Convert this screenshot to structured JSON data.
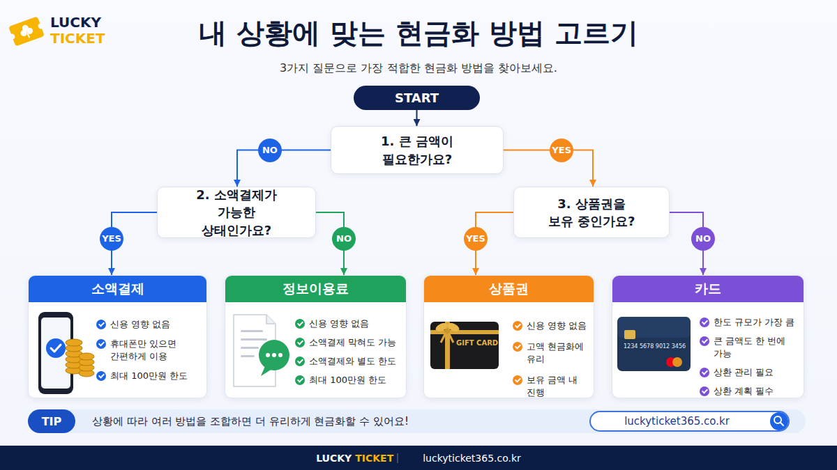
{
  "diagram": {
    "title": "내 상황에 맞는 현금화 방법 고르기",
    "caption": "3가지 질문으로 가장 적합한 현금화 방법을 찾아보세요.",
    "nodes": [
      {
        "text": [
          "START"
        ]
      },
      {
        "text": [
          "1. 큰 금액이 필요한가요?"
        ]
      },
      {
        "text": [
          "2. 소액결제가 가능한 상태인가요?"
        ]
      },
      {
        "text": [
          "3. 상품권을 보유 중인가요?"
        ]
      },
      {
        "text": [
          "소액결제",
          "신용 영향 없음",
          "휴대폰만 있으면 간편하게 이용",
          "최대 100만원 한도"
        ]
      },
      {
        "text": [
          "정보이용료",
          "신용 영향 없음",
          "소액결제 막혀도 가능",
          "소액결제와 별도 한도",
          "최대 100만원 한도"
        ]
      },
      {
        "text": [
          "상품권",
          "신용 영향 없음",
          "고액 현금화에 유리",
          "보유 금액 내 진행"
        ]
      },
      {
        "text": [
          "카드",
          "한도 규모가 가장 큼",
          "큰 금액도 한 번에 가능",
          "상환 관리 필요",
          "상환 계획 필수"
        ]
      },
      {
        "text": [
          "상황에 따라 여러 방법을 조합하면 더 유리하게 현금화할 수 있어요!"
        ]
      },
      {
        "text": [
          "TIP"
        ],
        "in": 8
      },
      {
        "text": [
          "luckyticket365.co.kr"
        ],
        "in": 8
      },
      {
        "text": [
          "LUCKY",
          "TICKET",
          "luckyticket365.co.kr"
        ]
      }
    ],
    "edges": [
      {
        "from": 0,
        "to": 1,
        "arrow": "to"
      },
      {
        "from": 1,
        "to": 2,
        "label": "NO",
        "arrow": "to"
      },
      {
        "from": 1,
        "to": 3,
        "label": "YES",
        "arrow": "to"
      },
      {
        "from": 2,
        "to": 4,
        "label": "YES",
        "arrow": "to"
      },
      {
        "from": 2,
        "to": 5,
        "label": "NO",
        "arrow": "to"
      },
      {
        "from": 3,
        "to": 6,
        "label": "YES",
        "arrow": "to"
      },
      {
        "from": 3,
        "to": 7,
        "label": "NO",
        "arrow": "to"
      }
    ],
    "labels": [
      "LUCKY",
      "TICKET",
      "GIFT CARD",
      "1234 5678 9012 3456"
    ]
  }
}
